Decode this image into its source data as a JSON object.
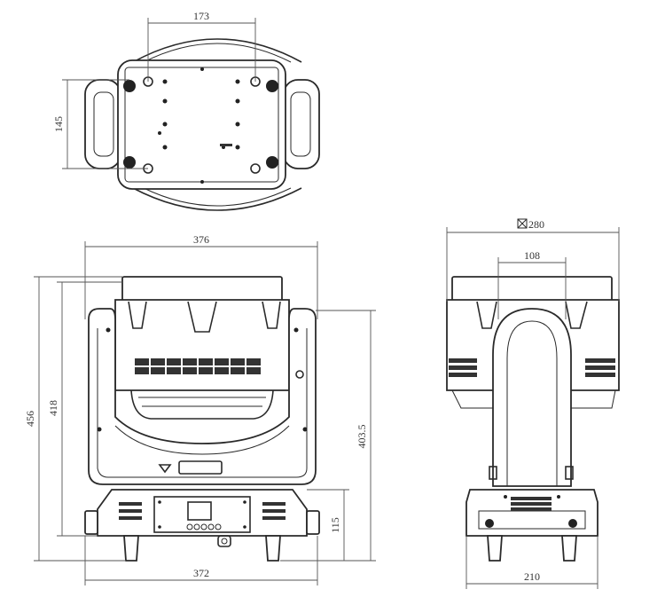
{
  "dimensions": {
    "top_173": "173",
    "top_145": "145",
    "front_376": "376",
    "front_456": "456",
    "front_418": "418",
    "front_403_5": "403.5",
    "front_115": "115",
    "front_372": "372",
    "side_280": "280",
    "side_108": "108",
    "side_210": "210"
  },
  "icons": {
    "square_mark": "diameter-square-icon"
  },
  "colors": {
    "line": "#2a2a2a",
    "dimension_line": "#555555",
    "background": "#ffffff"
  }
}
